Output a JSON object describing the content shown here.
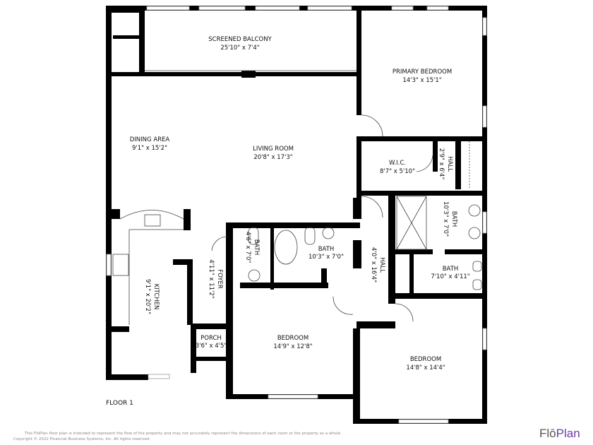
{
  "rooms": [
    {
      "name": "SCREENED BALCONY",
      "size": "25'10\" x 7'4\""
    },
    {
      "name": "PRIMARY BEDROOM",
      "size": "14'3\" x 15'1\""
    },
    {
      "name": "DINING AREA",
      "size": "9'1\" x 15'2\""
    },
    {
      "name": "LIVING ROOM",
      "size": "20'8\" x 17'3\""
    },
    {
      "name": "W.I.C.",
      "size": "8'7\" x 5'10\""
    },
    {
      "name": "HALL",
      "size": "2'9\" x 6'4\""
    },
    {
      "name": "BATH",
      "size": "10'3\" x 7'0\""
    },
    {
      "name": "BATH",
      "size": "4'6\" x 7'0\""
    },
    {
      "name": "BATH",
      "size": "10'3\" x 7'0\""
    },
    {
      "name": "HALL",
      "size": "4'0\" x 16'4\""
    },
    {
      "name": "BATH",
      "size": "7'10\" x 4'11\""
    },
    {
      "name": "FOYER",
      "size": "4'11\" x 11'2\""
    },
    {
      "name": "KITCHEN",
      "size": "9'1\" x 20'2\""
    },
    {
      "name": "PORCH",
      "size": "3'6\" x 4'5\""
    },
    {
      "name": "BEDROOM",
      "size": "14'9\" x 12'8\""
    },
    {
      "name": "BEDROOM",
      "size": "14'8\" x 14'4\""
    }
  ],
  "floor_label": "FLOOR 1",
  "disclaimer": "This FlōPlan floor plan is intended to represent the flow of the property and may not accurately represent the dimensions of each room or the property as a whole.",
  "copyright": "Copyright © 2022 Financial Business Systems, Inc. All rights reserved.",
  "logo": {
    "part1": "Flō",
    "part2": "Plan",
    "accent_color": "#6b3fa0"
  }
}
